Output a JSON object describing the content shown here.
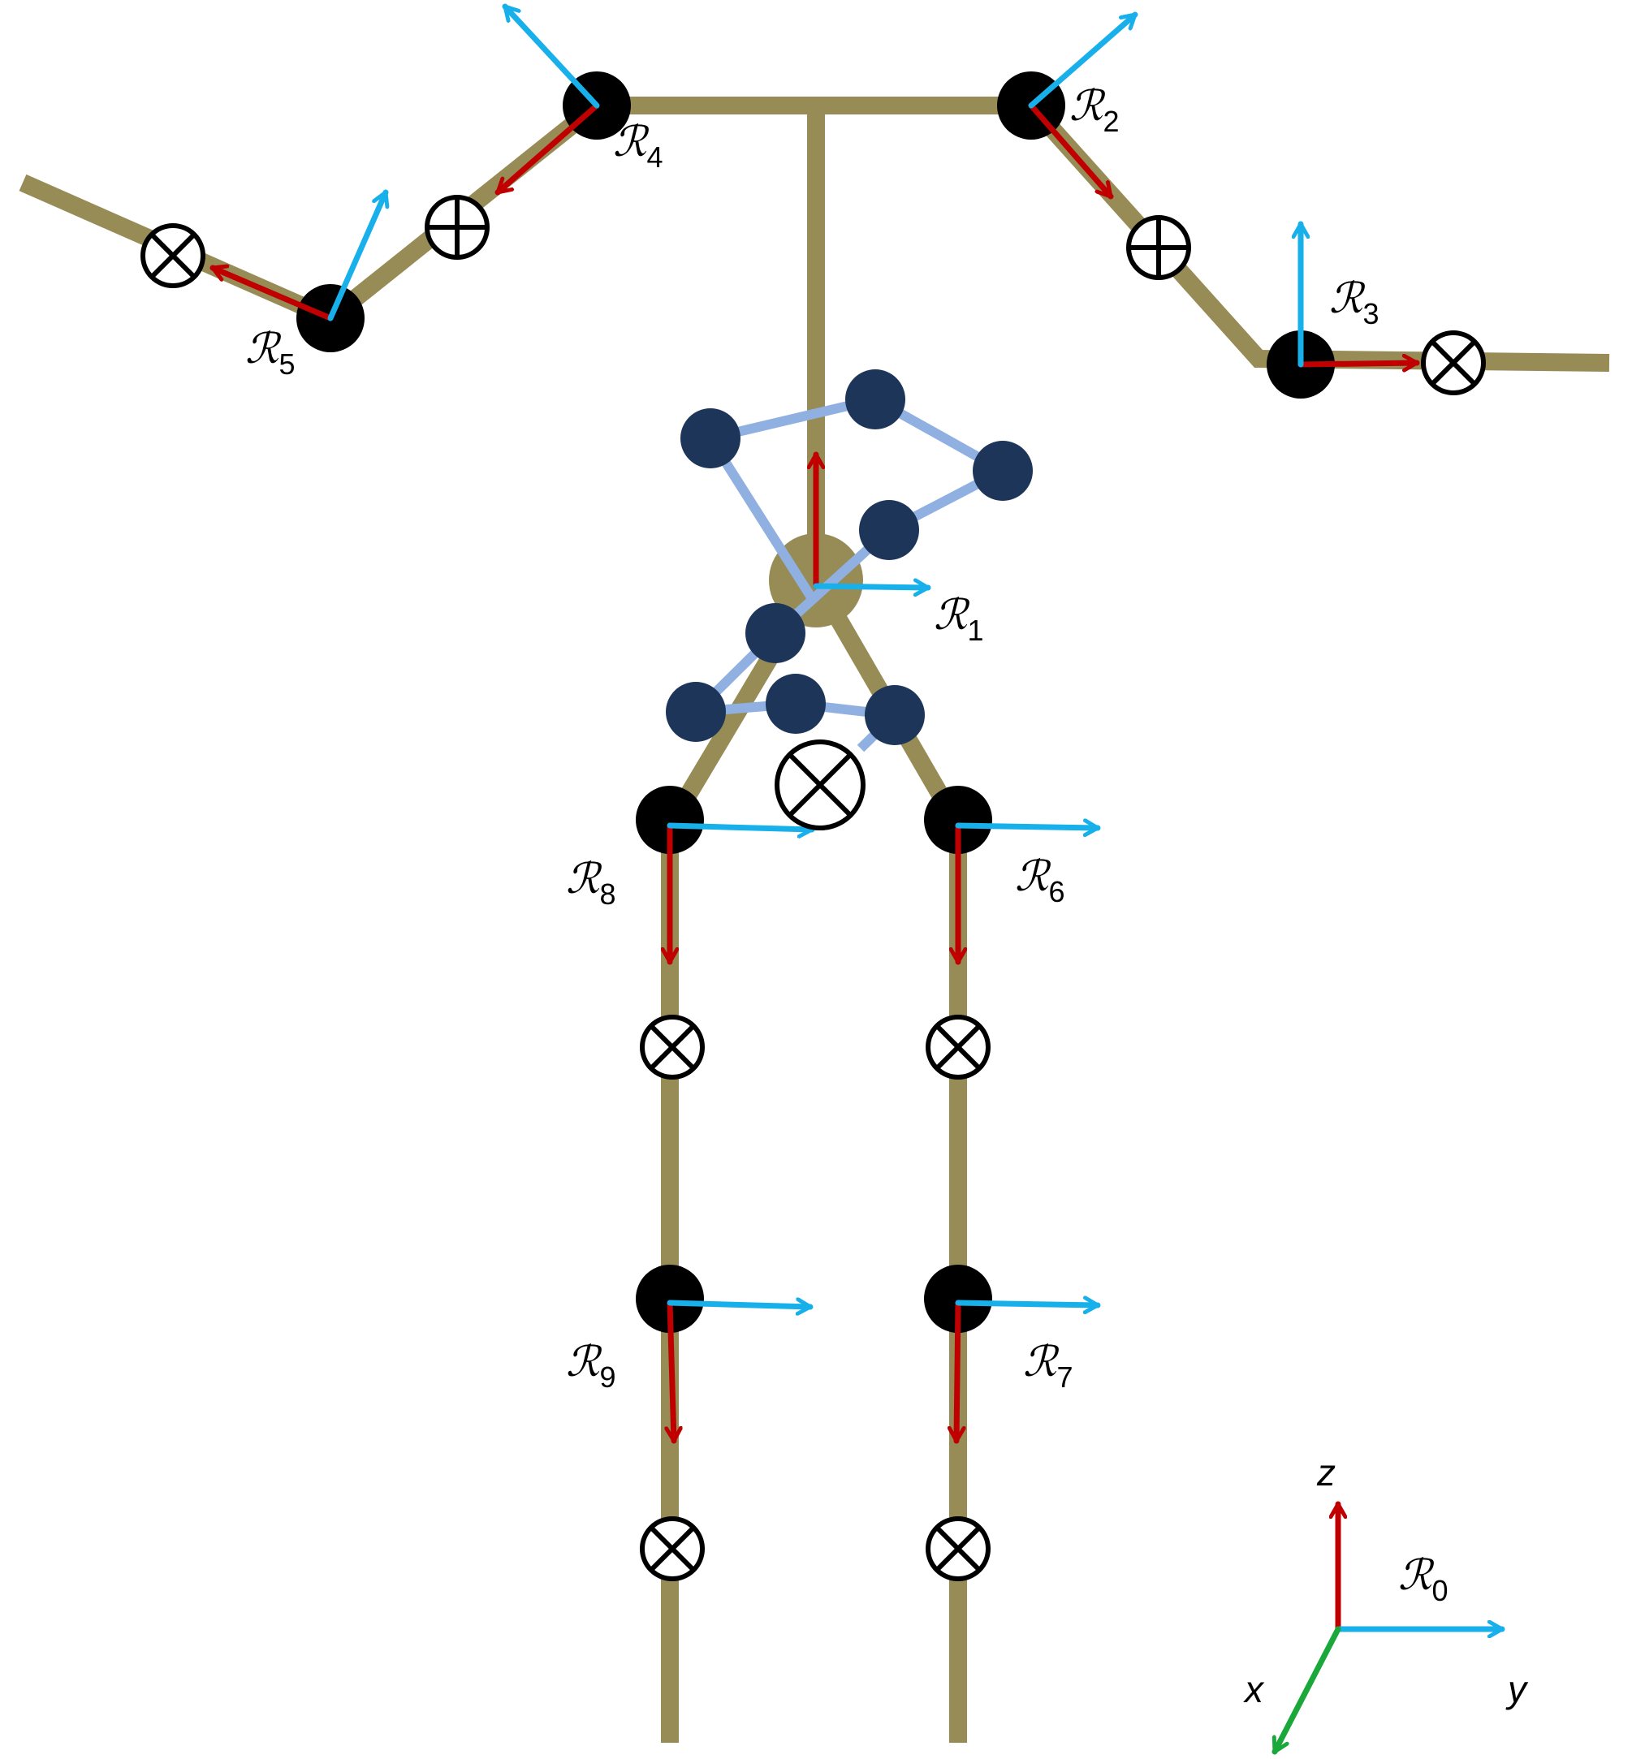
{
  "diagram": {
    "frames": [
      {
        "id": "R1",
        "symbol": "ℛ",
        "index": "1"
      },
      {
        "id": "R2",
        "symbol": "ℛ",
        "index": "2"
      },
      {
        "id": "R3",
        "symbol": "ℛ",
        "index": "3"
      },
      {
        "id": "R4",
        "symbol": "ℛ",
        "index": "4"
      },
      {
        "id": "R5",
        "symbol": "ℛ",
        "index": "5"
      },
      {
        "id": "R6",
        "symbol": "ℛ",
        "index": "6"
      },
      {
        "id": "R7",
        "symbol": "ℛ",
        "index": "7"
      },
      {
        "id": "R8",
        "symbol": "ℛ",
        "index": "8"
      },
      {
        "id": "R9",
        "symbol": "ℛ",
        "index": "9"
      },
      {
        "id": "R0",
        "symbol": "ℛ",
        "index": "0"
      }
    ],
    "world_axes": {
      "x": "x",
      "y": "y",
      "z": "z"
    },
    "colors": {
      "limb": "#978b56",
      "joint": "#000000",
      "axis_red": "#c00000",
      "axis_blue": "#18b0ea",
      "axis_green": "#1aa83a",
      "marker_node": "#1c3559",
      "marker_link": "#8fb0e0"
    }
  }
}
